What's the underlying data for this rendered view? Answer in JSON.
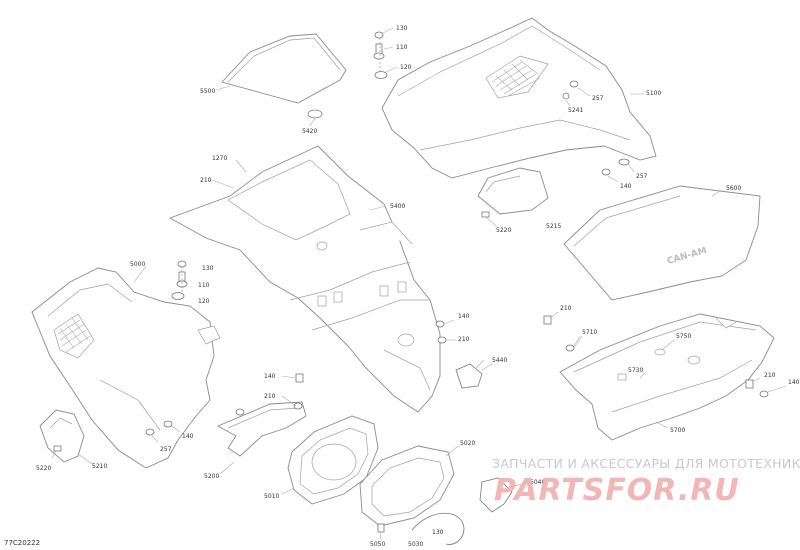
{
  "diagram_code": "77C20222",
  "watermark": {
    "line1": "ЗАПЧАСТИ И АКСЕССУАРЫ ДЛЯ МОТОТЕХНИКИ",
    "logo_text": "PARTSFOR.RU"
  },
  "panel_logo": "CAN-AM",
  "callouts": {
    "c130a": "130",
    "c110a": "110",
    "c120a": "120",
    "c5500": "5500",
    "c5420": "5420",
    "c257a": "257",
    "c5241": "5241",
    "c5100": "5100",
    "c140a": "140",
    "c257b": "257",
    "c1270": "1270",
    "c210a": "210",
    "c5400": "5400",
    "c5215": "5215",
    "c5220a": "5220",
    "c5600": "5600",
    "c5000": "5000",
    "c130b": "130",
    "c110b": "110",
    "c120b": "120",
    "c140b": "140",
    "c210b": "210",
    "c5440": "5440",
    "c210c": "210",
    "c5710": "5710",
    "c5750": "5750",
    "c5730": "5730",
    "c210d": "210",
    "c140c": "140",
    "c5700": "5700",
    "c140d": "140",
    "c210e": "210",
    "c5220b": "5220",
    "c5210": "5210",
    "c257c": "257",
    "c140e": "140",
    "c5200": "5200",
    "c5010": "5010",
    "c5020": "5020",
    "c5040": "5040",
    "c5050": "5050",
    "c5030": "5030",
    "c130c": "130"
  }
}
